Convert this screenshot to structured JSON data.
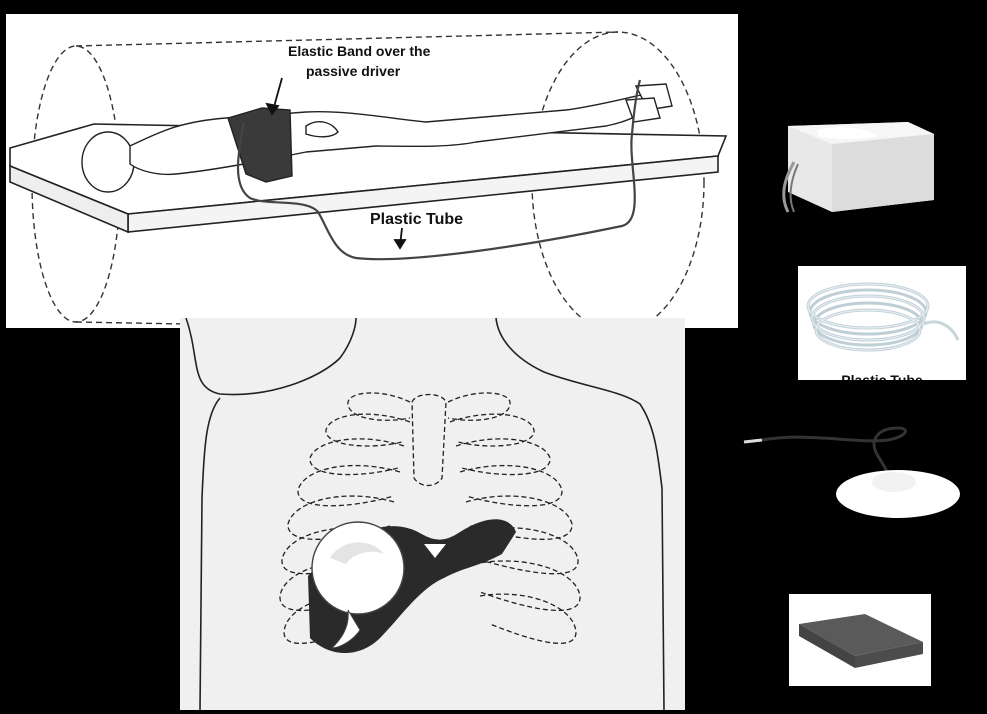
{
  "labels": {
    "elastic_band_line1": "Elastic Band over the",
    "elastic_band_line2": "passive driver",
    "plastic_tube": "Plastic Tube",
    "tube_caption": "Plastic Tube"
  },
  "colors": {
    "background": "#000000",
    "panel": "#ffffff",
    "chest_panel": "#f0f0f0",
    "line": "#333333",
    "band": "#555555"
  }
}
